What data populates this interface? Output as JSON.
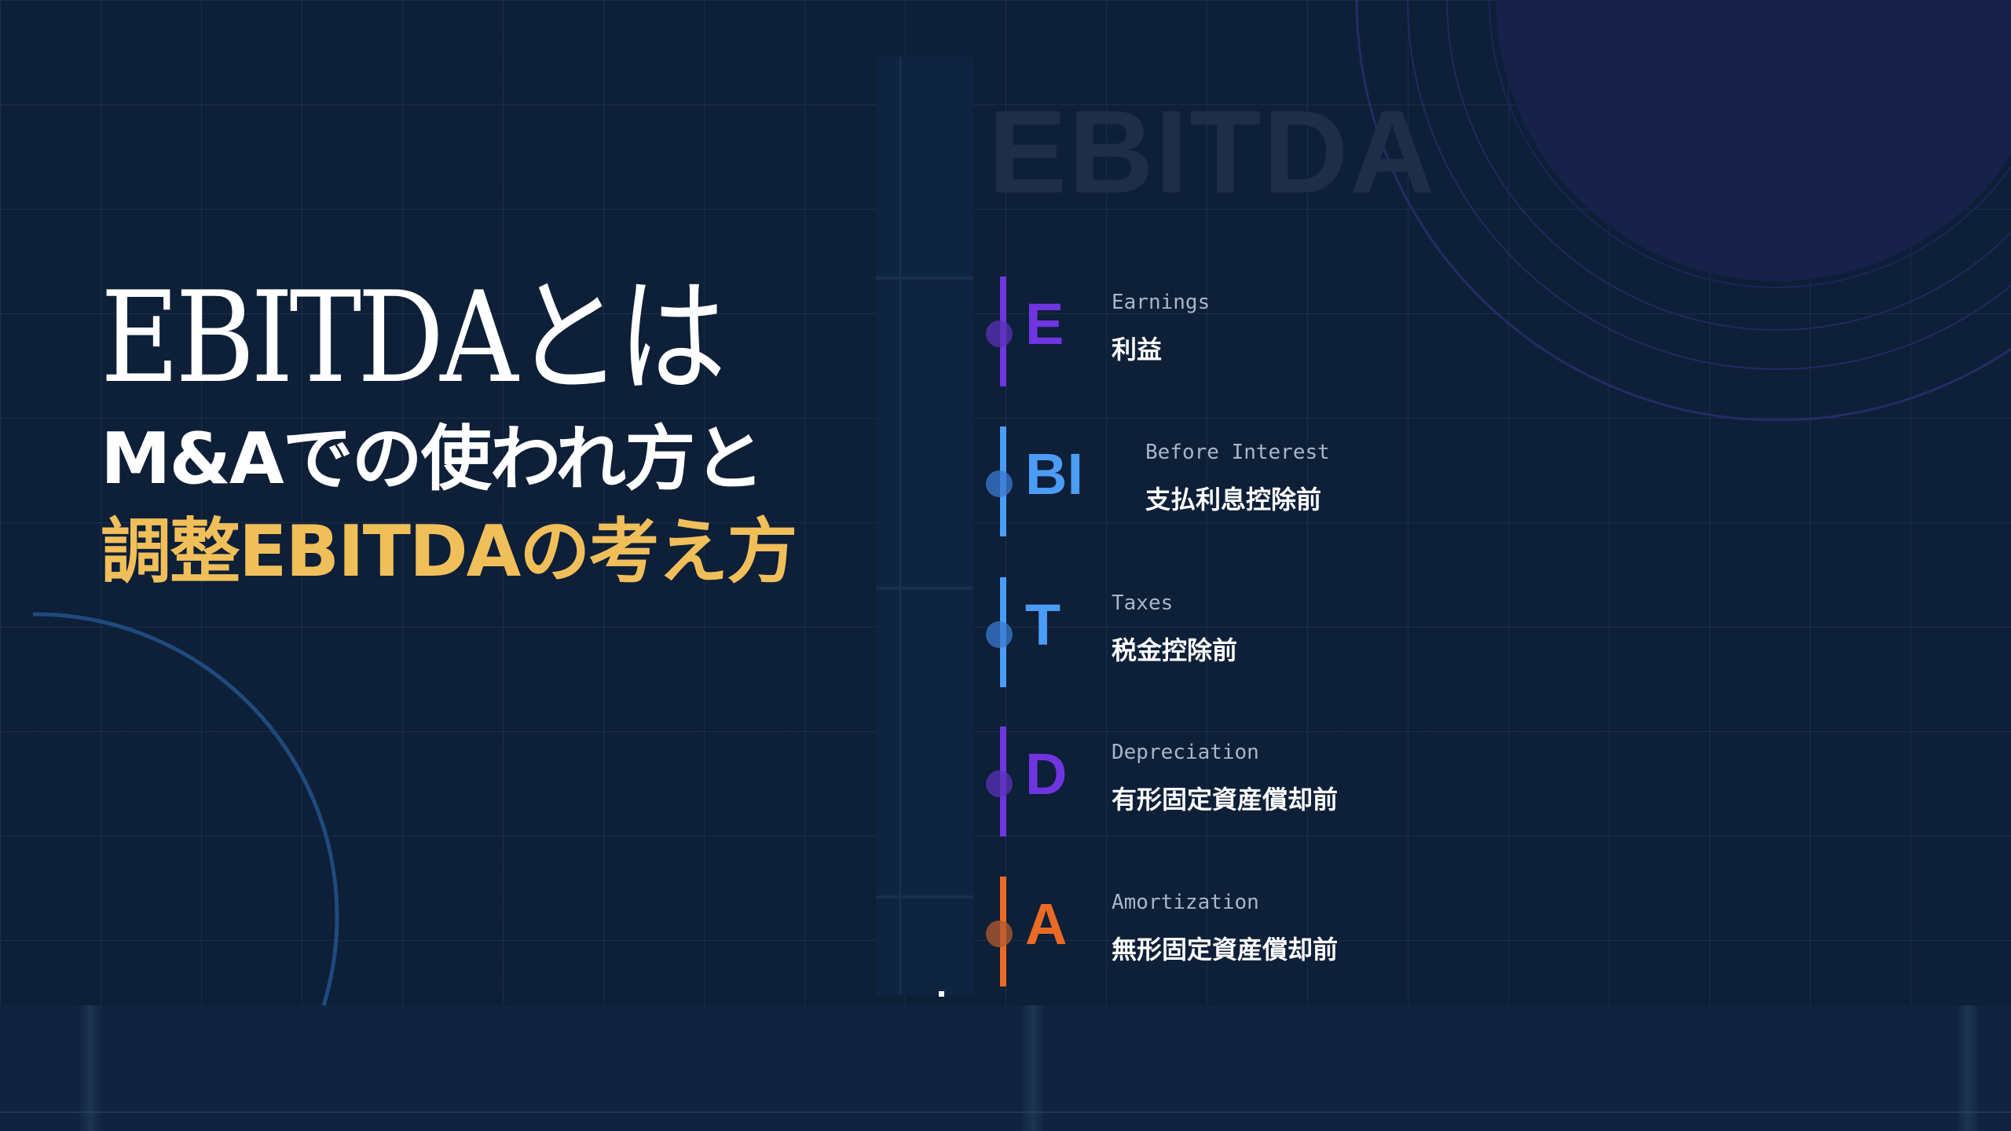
{
  "title": {
    "main": "EBITDAとは",
    "sub": "M&Aでの使われ方と",
    "accent": "調整EBITDAの考え方"
  },
  "watermark": "EBITDA",
  "colors": {
    "background": "#0e1f38",
    "accent_yellow": "#f0bf5a",
    "purple": "#6f35e0",
    "blue": "#4b9cf5",
    "orange": "#ea6a25",
    "watermark": "#1f2e47"
  },
  "terms": [
    {
      "letter": "E",
      "english": "Earnings",
      "japanese": "利益",
      "color": "purple"
    },
    {
      "letter": "BI",
      "english": "Before Interest",
      "japanese": "支払利息控除前",
      "color": "blue"
    },
    {
      "letter": "T",
      "english": "Taxes",
      "japanese": "税金控除前",
      "color": "blue"
    },
    {
      "letter": "D",
      "english": "Depreciation",
      "japanese": "有形固定資産償却前",
      "color": "purple"
    },
    {
      "letter": "A",
      "english": "Amortization",
      "japanese": "無形固定資産償却前",
      "color": "orange"
    }
  ]
}
